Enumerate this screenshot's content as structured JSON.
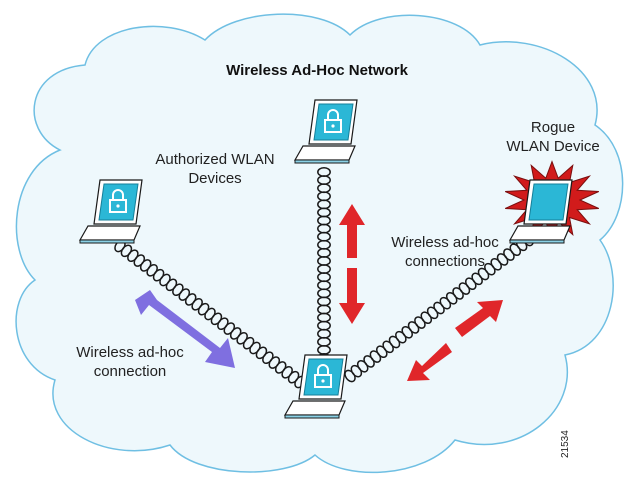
{
  "title": "Wireless Ad-Hoc Network",
  "labels": {
    "authorized_line1": "Authorized WLAN",
    "authorized_line2": "Devices",
    "rogue_line1": "Rogue",
    "rogue_line2": "WLAN Device",
    "right_conn_line1": "Wireless ad-hoc",
    "right_conn_line2": "connections",
    "left_conn_line1": "Wireless ad-hoc",
    "left_conn_line2": "connection"
  },
  "figure_id": "21534",
  "colors": {
    "cloud_fill": "#eef8fc",
    "cloud_stroke": "#6fbfe3",
    "laptop_screen": "#2bb7d6",
    "laptop_body": "#ffffff",
    "trusted_arrow": "#7f6fe0",
    "rogue_arrow": "#e0262a",
    "rogue_burst": "#d11b1b"
  },
  "icons": [
    "laptop-icon",
    "lock-icon",
    "rogue-burst-icon",
    "coil-link-icon"
  ]
}
